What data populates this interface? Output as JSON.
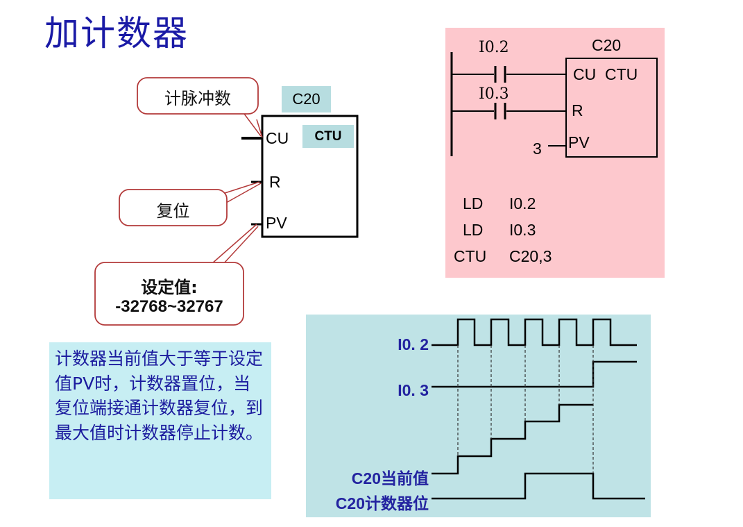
{
  "title": "加计数器",
  "block": {
    "name": "C20",
    "type": "CTU",
    "pins": {
      "cu": "CU",
      "r": "R",
      "pv": "PV"
    }
  },
  "callouts": {
    "count_pulse": "计脉冲数",
    "reset": "复位",
    "preset_label": "设定值:",
    "preset_range": "-32768~32767"
  },
  "description": "计数器当前值大于等于设定值PV时，计数器置位，当复位端接通计数器复位，到最大值时计数器停止计数。",
  "ladder": {
    "contact1": "I0.2",
    "contact2": "I0.3",
    "block_name": "C20",
    "block_header": "CU  CTU",
    "pin_r": "R",
    "pin_pv": "PV",
    "pv_value": "3",
    "instructions": [
      {
        "op": "LD",
        "arg": "I0.2"
      },
      {
        "op": "LD",
        "arg": "I0.3"
      },
      {
        "op": "CTU",
        "arg": "C20,3"
      }
    ]
  },
  "timing": {
    "signals": [
      "I0. 2",
      "I0. 3",
      "C20当前值",
      "C20计数器位"
    ]
  },
  "colors": {
    "title": "#1a1aa6",
    "callout_border": "#b33a3a",
    "ladder_bg": "#fdc8cd",
    "timing_bg": "#bfe3e6",
    "desc_bg": "#c7eef3",
    "label_bg": "#b7dde0"
  }
}
